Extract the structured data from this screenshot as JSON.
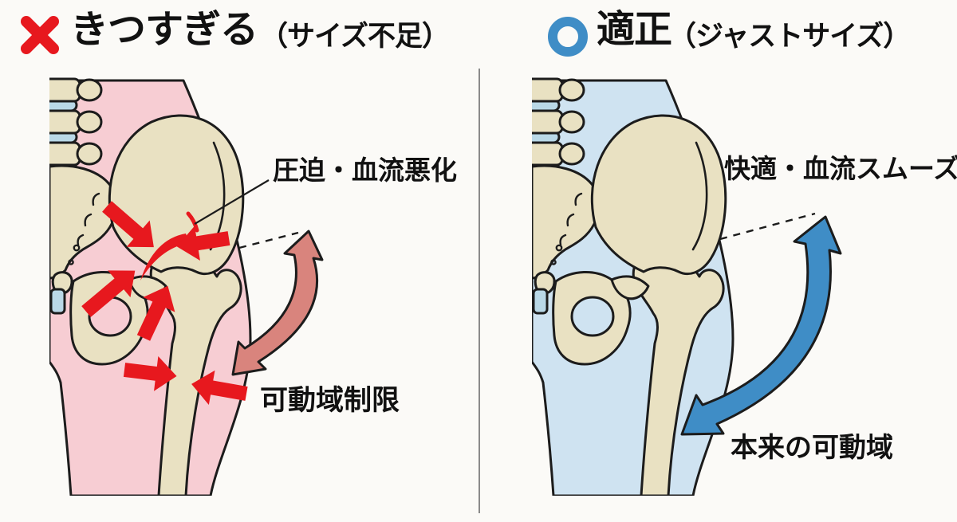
{
  "panels": {
    "left": {
      "mark_glyph": "✕",
      "mark_icon": "cross-mark-icon",
      "title": "きつすぎる",
      "subtitle": "（サイズ不足）",
      "annotation_top": "圧迫・血流悪化",
      "annotation_bottom": "可動域制限",
      "colors": {
        "accent": "#e7181e",
        "body": "#f7cdd3",
        "motion_arrow": "#d9847d"
      }
    },
    "right": {
      "mark_glyph": "○",
      "mark_icon": "circle-mark-icon",
      "title": "適正",
      "subtitle": "（ジャストサイズ）",
      "annotation_top": "快適・血流スムーズ",
      "annotation_bottom": "本来の可動域",
      "colors": {
        "accent": "#3f8dc6",
        "body": "#cfe3f1",
        "motion_arrow": "#3f8dc6"
      }
    }
  },
  "illustration_colors": {
    "bone": "#e9e1c2",
    "outline": "#1c1c1c",
    "disc": "#b9d8e7",
    "background": "#fbfaf7",
    "divider": "#8a8a8a"
  }
}
